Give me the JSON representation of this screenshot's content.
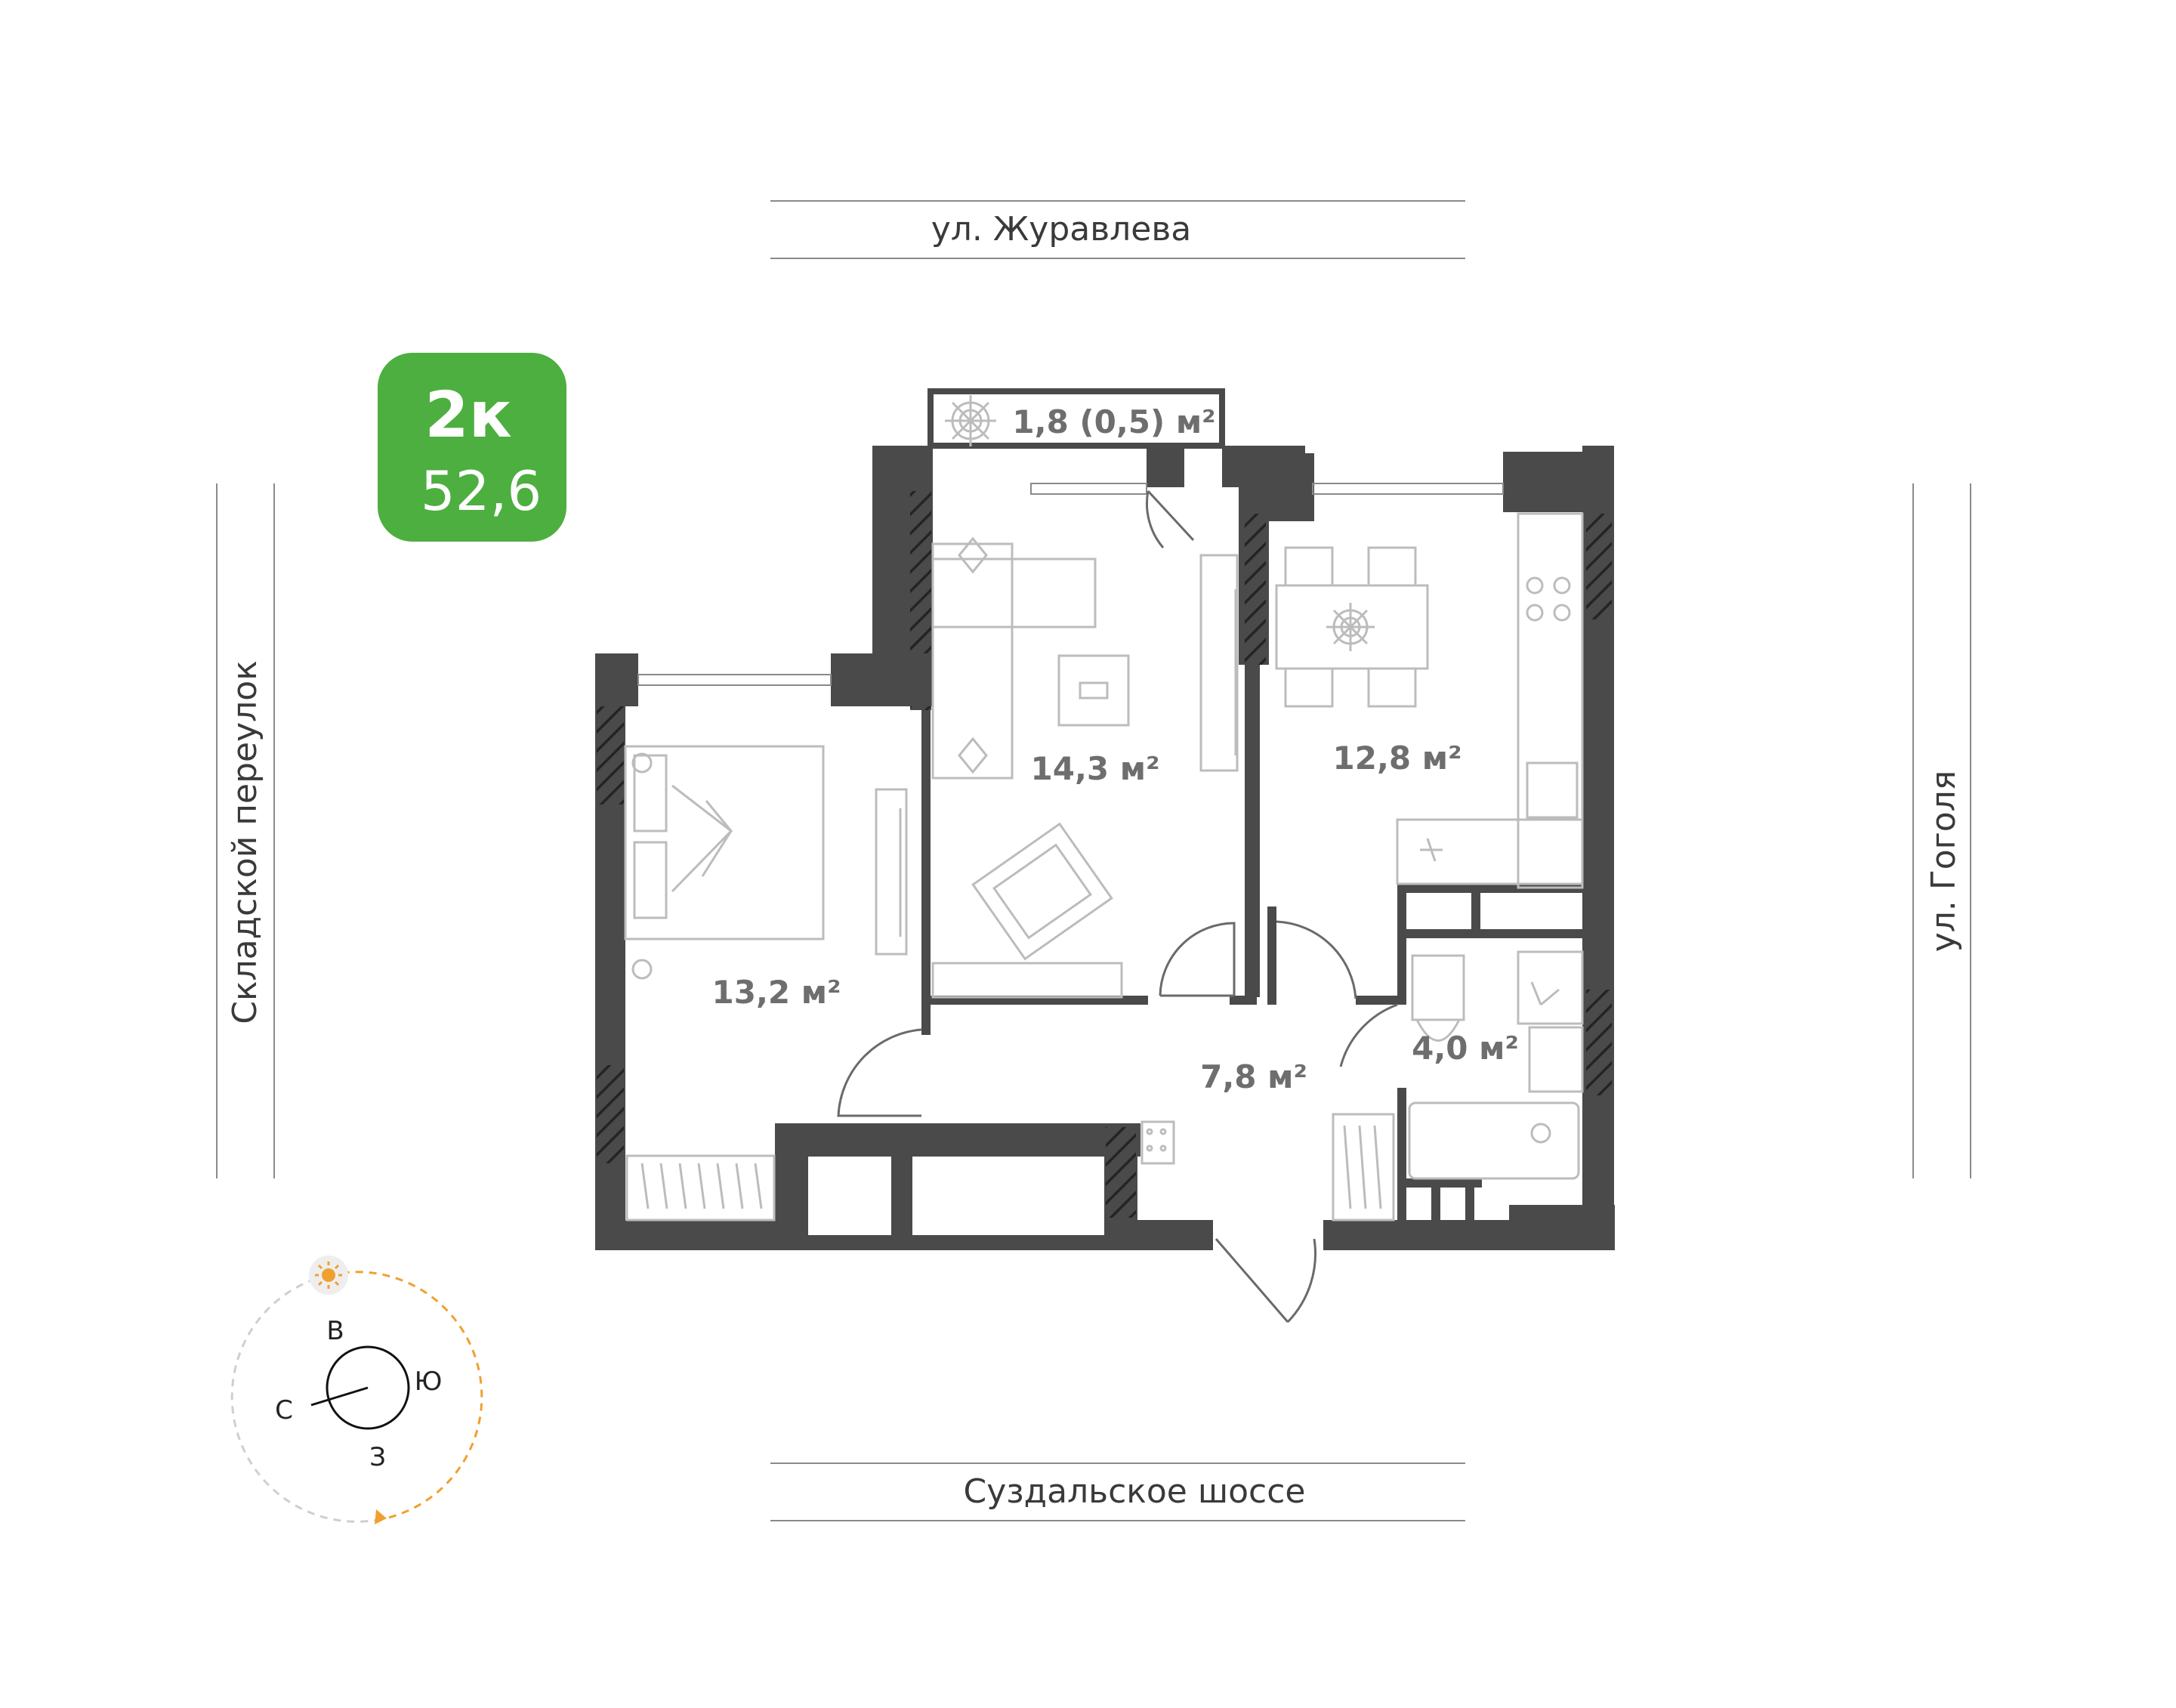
{
  "apartment": {
    "type": "2к",
    "total_area": "52,6",
    "badge_color": "#4caf3f"
  },
  "streets": {
    "top": "ул. Журавлева",
    "bottom": "Суздальское шоссе",
    "left": "Складской переулок",
    "right": "ул. Гоголя"
  },
  "rooms": {
    "balcony": "1,8 (0,5) м²",
    "living_room": "14,3 м²",
    "kitchen": "12,8 м²",
    "bedroom": "13,2 м²",
    "hallway": "7,8 м²",
    "bathroom": "4,0 м²"
  },
  "compass": {
    "east": "В",
    "south": "Ю",
    "west": "З",
    "north": "С",
    "sun_icon": "sun-icon",
    "sun_path_color": "#f0a030"
  },
  "colors": {
    "walls": "#4a4a4b",
    "furniture": "#bcbcbc",
    "hatch": "#2b2b2b"
  }
}
